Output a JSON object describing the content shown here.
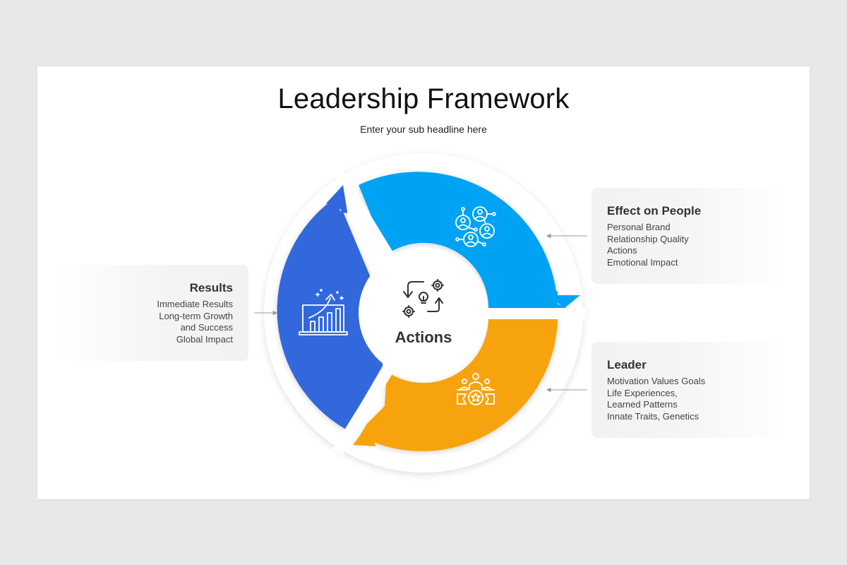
{
  "header": {
    "title": "Leadership Framework",
    "subtitle": "Enter your sub headline here"
  },
  "center": {
    "label": "Actions",
    "icon": "gears-lightbulb-cycle-icon"
  },
  "segments": [
    {
      "name": "effect-on-people",
      "color": "#02a3f3",
      "icon": "people-network-icon"
    },
    {
      "name": "leader",
      "color": "#f7a30b",
      "icon": "team-leader-star-icon"
    },
    {
      "name": "results",
      "color": "#3267dc",
      "icon": "growth-chart-laptop-icon"
    }
  ],
  "callouts": {
    "effect_on_people": {
      "title": "Effect on People",
      "lines": [
        "Personal Brand",
        "Relationship Quality",
        "Actions",
        "Emotional Impact"
      ]
    },
    "leader": {
      "title": "Leader",
      "lines": [
        "Motivation Values Goals",
        "Life Experiences,",
        "Learned Patterns",
        "Innate Traits, Genetics"
      ]
    },
    "results": {
      "title": "Results",
      "lines": [
        "Immediate Results",
        "Long-term Growth",
        "and Success",
        "Global Impact"
      ]
    }
  },
  "colors": {
    "background": "#e9e8e9",
    "slide": "#ffffff",
    "cyan": "#02a3f3",
    "orange": "#f7a30b",
    "blue": "#3267dc",
    "text_dark": "#333333"
  }
}
